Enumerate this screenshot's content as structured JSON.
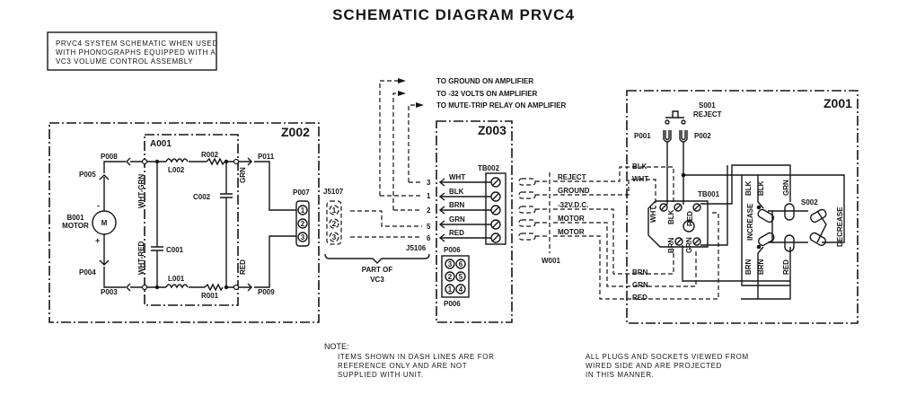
{
  "title": "SCHEMATIC DIAGRAM PRVC4",
  "info_box": [
    "PRVC4 SYSTEM SCHEMATIC WHEN USED",
    "WITH PHONOGRAPHS EQUIPPED WITH A",
    "VC3 VOLUME CONTROL ASSEMBLY"
  ],
  "z002": {
    "label": "Z002",
    "a001": "A001",
    "motor": [
      "B001",
      "MOTOR"
    ],
    "motor_symbol": "M",
    "minus": "-",
    "plus": "+",
    "p008": "P008",
    "p005": "P005",
    "p004": "P004",
    "p003": "P003",
    "l002": "L002",
    "r002": "R002",
    "c002": "C002",
    "c001": "C001",
    "l001": "L001",
    "r001": "R001",
    "p011": "P011",
    "p009": "P009",
    "p007": "P007",
    "wht_grn": "WHT-GRN",
    "wht_red": "WHT-RED",
    "grn": "GRN",
    "red": "RED",
    "p007_pins": [
      "1",
      "2",
      "3"
    ]
  },
  "vc3": {
    "j5107": "J5107",
    "j5107_pins": [
      "1",
      "2",
      "3"
    ],
    "j5106": "J5106",
    "part_of": [
      "PART OF",
      "VC3"
    ],
    "amp_lines": [
      "TO GROUND ON AMPLIFIER",
      "TO -32 VOLTS ON AMPLIFIER",
      "TO MUTE-TRIP RELAY ON AMPLIFIER"
    ],
    "pin_numbers": [
      "3",
      "1",
      "2",
      "5",
      "6"
    ]
  },
  "z003": {
    "label": "Z003",
    "tb002": "TB002",
    "wires": [
      "WHT",
      "BLK",
      "BRN",
      "GRN",
      "RED"
    ],
    "p006": "P006",
    "p006_pins": [
      "3",
      "6",
      "2",
      "5",
      "1",
      "4"
    ]
  },
  "w001": {
    "label": "W001",
    "lines": [
      "REJECT",
      "GROUND",
      "-32V.D.C.",
      "MOTOR",
      "MOTOR"
    ]
  },
  "z001": {
    "label": "Z001",
    "s001": "S001",
    "reject": "REJECT",
    "p001": "P001",
    "p002": "P002",
    "tb001": "TB001",
    "blk": "BLK",
    "wht": "WHT",
    "brn": "BRN",
    "grn": "GRN",
    "red": "RED",
    "tb_wht": "WHT",
    "tb_blk": "BLK",
    "tb_red": "RED",
    "tb_brn": "BRN",
    "tb_grn": "GRN",
    "s002": "S002",
    "increase": "INCREASE",
    "decrease": "DECREASE",
    "s_blk1": "BLK",
    "s_blk2": "BLK",
    "s_grn": "GRN",
    "s_brn1": "BRN",
    "s_brn2": "BRN",
    "s_red": "RED"
  },
  "notes": {
    "heading": "NOTE:",
    "left": [
      "ITEMS SHOWN IN DASH LINES ARE FOR",
      "REFERENCE ONLY AND ARE NOT",
      "SUPPLIED WITH UNIT."
    ],
    "right": [
      "ALL PLUGS AND SOCKETS VIEWED FROM",
      "WIRED SIDE AND ARE PROJECTED",
      "IN THIS MANNER."
    ]
  }
}
